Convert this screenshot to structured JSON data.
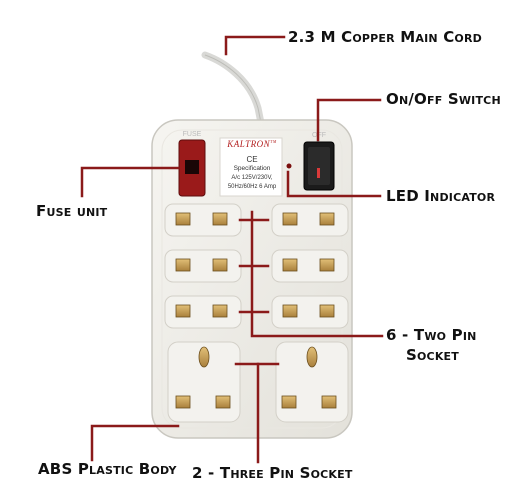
{
  "product": {
    "brand": "KALTRON",
    "trademark": "TM",
    "ce_mark": "CE",
    "spec_title": "Specification",
    "spec_line1": "A/c 125V/230V,",
    "spec_line2": "50Hz/60Hz 6 Amp",
    "fuse_label": "FUSE",
    "switch_label": "OFF"
  },
  "callouts": {
    "cord": "2.3 M Copper Main Cord",
    "switch": "On/Off Switch",
    "fuse": "Fuse unit",
    "led": "LED Indicator",
    "two_pin_line1": "6 - Two Pin",
    "two_pin_line2": "Socket",
    "body": "ABS Plastic Body",
    "three_pin": "2 - Three Pin Socket"
  },
  "colors": {
    "leader_line": "#8b1a1a",
    "body": "#f0efea",
    "socket_brass": "#c9a15a"
  }
}
